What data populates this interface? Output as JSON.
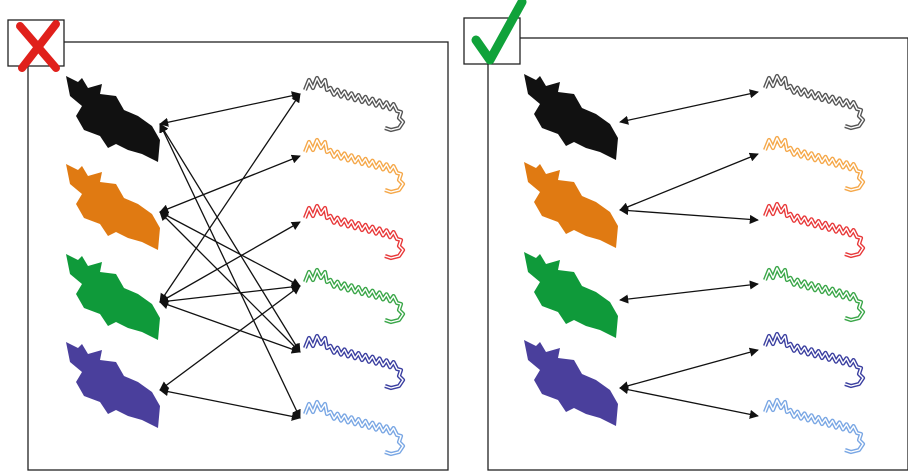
{
  "panels": [
    {
      "id": "wrong",
      "badge": "cross-mark-icon",
      "badge_color": "#e0201b",
      "bats": [
        {
          "color": "#111111"
        },
        {
          "color": "#e07a12"
        },
        {
          "color": "#0f9a3a"
        },
        {
          "color": "#4a3f9c"
        }
      ],
      "chains": [
        {
          "stroke": "#555555"
        },
        {
          "stroke": "#f5a84a"
        },
        {
          "stroke": "#e8393a"
        },
        {
          "stroke": "#3aa648"
        },
        {
          "stroke": "#3b3fa0"
        },
        {
          "stroke": "#7aa7e4"
        }
      ],
      "links": [
        [
          0,
          0
        ],
        [
          0,
          4
        ],
        [
          0,
          5
        ],
        [
          1,
          1
        ],
        [
          1,
          3
        ],
        [
          1,
          4
        ],
        [
          2,
          0
        ],
        [
          2,
          2
        ],
        [
          2,
          3
        ],
        [
          2,
          4
        ],
        [
          3,
          3
        ],
        [
          3,
          5
        ]
      ]
    },
    {
      "id": "correct",
      "badge": "check-mark-icon",
      "badge_color": "#10a23a",
      "bats": [
        {
          "color": "#111111"
        },
        {
          "color": "#e07a12"
        },
        {
          "color": "#0f9a3a"
        },
        {
          "color": "#4a3f9c"
        }
      ],
      "chains": [
        {
          "stroke": "#555555"
        },
        {
          "stroke": "#f5a84a"
        },
        {
          "stroke": "#e8393a"
        },
        {
          "stroke": "#3aa648"
        },
        {
          "stroke": "#3b3fa0"
        },
        {
          "stroke": "#7aa7e4"
        }
      ],
      "links": [
        [
          0,
          0
        ],
        [
          1,
          1
        ],
        [
          1,
          2
        ],
        [
          2,
          3
        ],
        [
          3,
          4
        ],
        [
          3,
          5
        ]
      ]
    }
  ]
}
